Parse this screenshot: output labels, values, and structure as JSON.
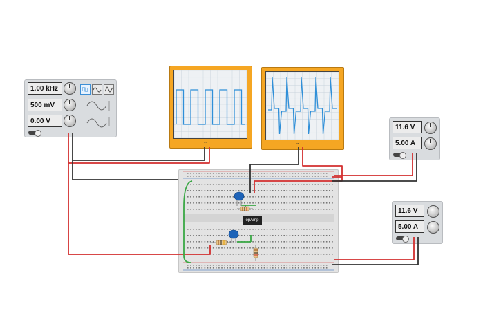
{
  "function_generator": {
    "frequency": "1.00 kHz",
    "amplitude": "500 mV",
    "dc_offset": "0.00 V",
    "waveforms": [
      "square",
      "sine",
      "triangle"
    ],
    "selected_waveform": "square"
  },
  "oscilloscope_1": {
    "waveform": "square"
  },
  "oscilloscope_2": {
    "waveform": "spike"
  },
  "power_supply_1": {
    "voltage": "11.6 V",
    "current": "5.00 A"
  },
  "power_supply_2": {
    "voltage": "11.6 V",
    "current": "5.00 A"
  },
  "opamp": {
    "label": "opAmp"
  },
  "colors": {
    "scope_body": "#f5a623",
    "trace": "#2f8fd8",
    "wire_red": "#d32f2f",
    "wire_black": "#333333",
    "wire_green": "#3aa845"
  },
  "icons": [
    "square-wave-icon",
    "sine-wave-icon",
    "triangle-wave-icon",
    "knob-icon",
    "power-toggle-icon"
  ]
}
